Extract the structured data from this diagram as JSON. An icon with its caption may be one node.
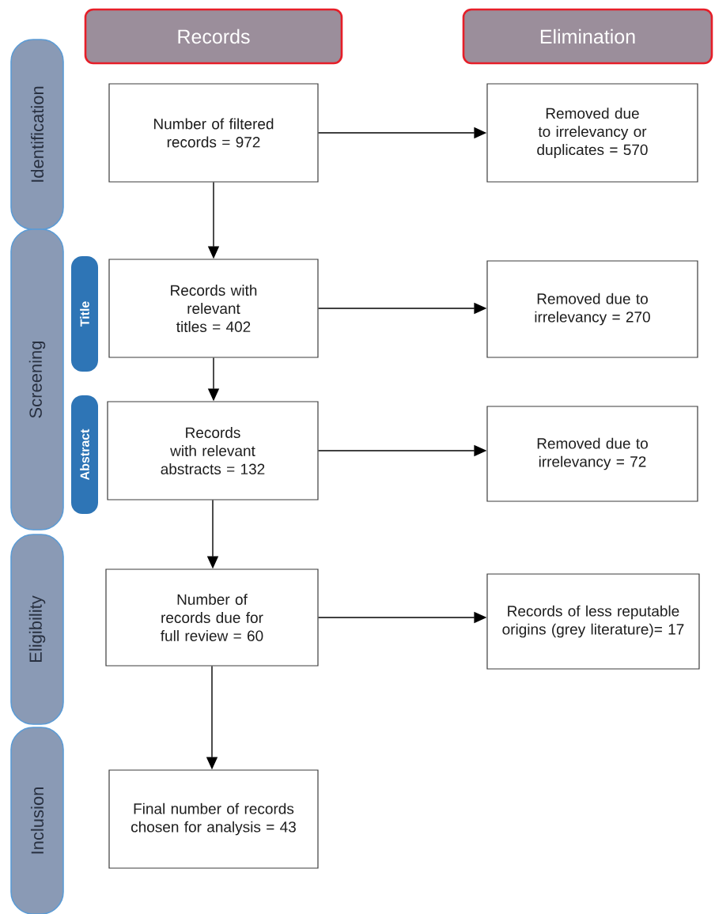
{
  "diagram": {
    "nodes": [
      {
        "text": [
          "Records"
        ]
      },
      {
        "text": [
          "Elimination"
        ]
      },
      {
        "text": [
          "Identification"
        ]
      },
      {
        "text": [
          "Screening"
        ]
      },
      {
        "text": [
          "Eligibility"
        ]
      },
      {
        "text": [
          "Inclusion"
        ]
      },
      {
        "text": [
          "Title"
        ]
      },
      {
        "text": [
          "Abstract"
        ]
      },
      {
        "text": [
          "Number of filtered records = 972"
        ]
      },
      {
        "text": [
          "Removed due to irrelevancy or duplicates = 570"
        ]
      },
      {
        "text": [
          "Records with relevant titles = 402"
        ]
      },
      {
        "text": [
          "Removed due to irrelevancy = 270"
        ]
      },
      {
        "text": [
          "Records with relevant abstracts = 132"
        ]
      },
      {
        "text": [
          "Removed due to irrelevancy = 72"
        ]
      },
      {
        "text": [
          "Number of records due for full review = 60"
        ]
      },
      {
        "text": [
          "Records of less reputable origins (grey literature)= 17"
        ]
      },
      {
        "text": [
          "Final number of records chosen for analysis = 43"
        ]
      }
    ],
    "edges": [
      {
        "from": 8,
        "to": 9,
        "arrow": "to"
      },
      {
        "from": 8,
        "to": 10,
        "arrow": "to"
      },
      {
        "from": 10,
        "to": 11,
        "arrow": "to"
      },
      {
        "from": 10,
        "to": 12,
        "arrow": "to"
      },
      {
        "from": 12,
        "to": 13,
        "arrow": "to"
      },
      {
        "from": 12,
        "to": 14,
        "arrow": "to"
      },
      {
        "from": 14,
        "to": 15,
        "arrow": "to"
      },
      {
        "from": 14,
        "to": 16,
        "arrow": "to"
      }
    ]
  }
}
